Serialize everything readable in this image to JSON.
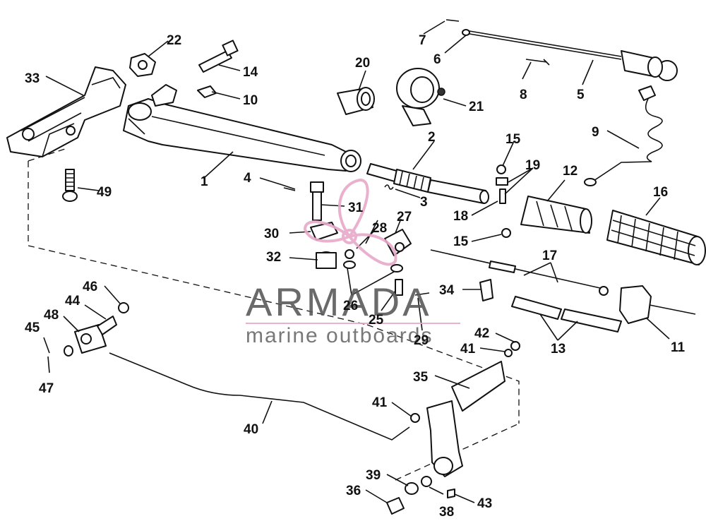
{
  "watermark": {
    "title": "ARMADA",
    "subtitle": "marine outboards",
    "logo_color": "#e7a9c9",
    "text_color": "#5a5a5a"
  },
  "labels": [
    {
      "id": "1",
      "text": "1"
    },
    {
      "id": "2",
      "text": "2"
    },
    {
      "id": "3",
      "text": "3"
    },
    {
      "id": "4",
      "text": "4"
    },
    {
      "id": "5",
      "text": "5"
    },
    {
      "id": "6",
      "text": "6"
    },
    {
      "id": "7",
      "text": "7"
    },
    {
      "id": "8",
      "text": "8"
    },
    {
      "id": "9",
      "text": "9"
    },
    {
      "id": "10",
      "text": "10"
    },
    {
      "id": "11",
      "text": "11"
    },
    {
      "id": "12",
      "text": "12"
    },
    {
      "id": "13",
      "text": "13"
    },
    {
      "id": "14",
      "text": "14"
    },
    {
      "id": "15a",
      "text": "15"
    },
    {
      "id": "15b",
      "text": "15"
    },
    {
      "id": "16",
      "text": "16"
    },
    {
      "id": "17",
      "text": "17"
    },
    {
      "id": "18",
      "text": "18"
    },
    {
      "id": "19",
      "text": "19"
    },
    {
      "id": "20",
      "text": "20"
    },
    {
      "id": "21",
      "text": "21"
    },
    {
      "id": "22",
      "text": "22"
    },
    {
      "id": "25",
      "text": "25"
    },
    {
      "id": "26",
      "text": "26"
    },
    {
      "id": "27",
      "text": "27"
    },
    {
      "id": "28",
      "text": "28"
    },
    {
      "id": "29",
      "text": "29"
    },
    {
      "id": "30",
      "text": "30"
    },
    {
      "id": "31",
      "text": "31"
    },
    {
      "id": "32",
      "text": "32"
    },
    {
      "id": "33",
      "text": "33"
    },
    {
      "id": "34",
      "text": "34"
    },
    {
      "id": "35",
      "text": "35"
    },
    {
      "id": "36",
      "text": "36"
    },
    {
      "id": "38",
      "text": "38"
    },
    {
      "id": "39",
      "text": "39"
    },
    {
      "id": "40",
      "text": "40"
    },
    {
      "id": "41a",
      "text": "41"
    },
    {
      "id": "41b",
      "text": "41"
    },
    {
      "id": "42",
      "text": "42"
    },
    {
      "id": "43",
      "text": "43"
    },
    {
      "id": "44",
      "text": "44"
    },
    {
      "id": "45",
      "text": "45"
    },
    {
      "id": "46",
      "text": "46"
    },
    {
      "id": "47",
      "text": "47"
    },
    {
      "id": "48",
      "text": "48"
    },
    {
      "id": "49",
      "text": "49"
    }
  ]
}
